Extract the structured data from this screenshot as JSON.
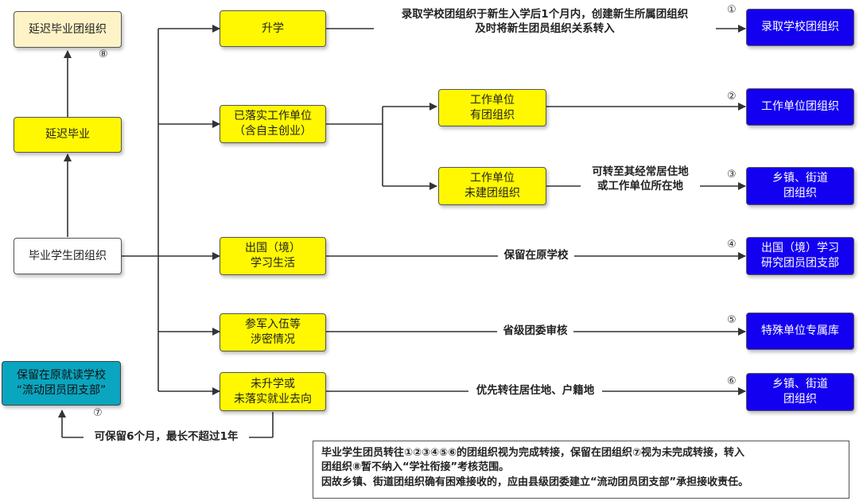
{
  "boxes": {
    "graduate_org": "毕业学生团组织",
    "delay_graduation": "延迟毕业",
    "delay_org": "延迟毕业团组织",
    "stay_school_1": "保留在原就读学校",
    "stay_school_2": "“流动团员团支部”",
    "further_study": "升学",
    "employed_1": "已落实工作单位",
    "employed_2": "（含自主创业）",
    "abroad_1": "出国（境）",
    "abroad_2": "学习生活",
    "army_1": "参军入伍等",
    "army_2": "涉密情况",
    "unemployed_1": "未升学或",
    "unemployed_2": "未落实就业去向",
    "work_has_1": "工作单位",
    "work_has_2": "有团组织",
    "work_none_1": "工作单位",
    "work_none_2": "未建团组织",
    "dest_admit": "录取学校团组织",
    "dest_work": "工作单位团组织",
    "dest_town_1": "乡镇、街道",
    "dest_town_2": "团组织",
    "dest_abroad_1": "出国（境）学习",
    "dest_abroad_2": "研究团员团支部",
    "dest_special": "特殊单位专属库",
    "dest_town2_1": "乡镇、街道",
    "dest_town2_2": "团组织"
  },
  "labels": {
    "further_1": "录取学校团组织于新生入学后1个月内，创建新生所属团组织",
    "further_2": "及时将新生团员组织关系转入",
    "transfer_1": "可转至其经常居住地",
    "transfer_2": "或工作单位所在地",
    "keep_school": "保留在原学校",
    "provincial": "省级团委审核",
    "priority": "优先转往居住地、户籍地",
    "keep_6": "可保留6个月，最长不超过1年"
  },
  "numbers": [
    "①",
    "②",
    "③",
    "④",
    "⑤",
    "⑥",
    "⑦",
    "⑧"
  ],
  "note": {
    "line1": "毕业学生团员转往①②③④⑤⑥的团组织视为完成转接，保留在团组织⑦视为未完成转接，转入",
    "line2": "团组织⑧暂不纳入“学社衔接”考核范围。",
    "line3": "因故乡镇、街道团组织确有困难接收的，应由县级团委建立“流动团员团支部”承担接收责任。"
  },
  "colors": {
    "yellow": "#fff800",
    "blue": "#1400f0",
    "cyan": "#0aa5bf",
    "cream": "#fdf3c6"
  }
}
